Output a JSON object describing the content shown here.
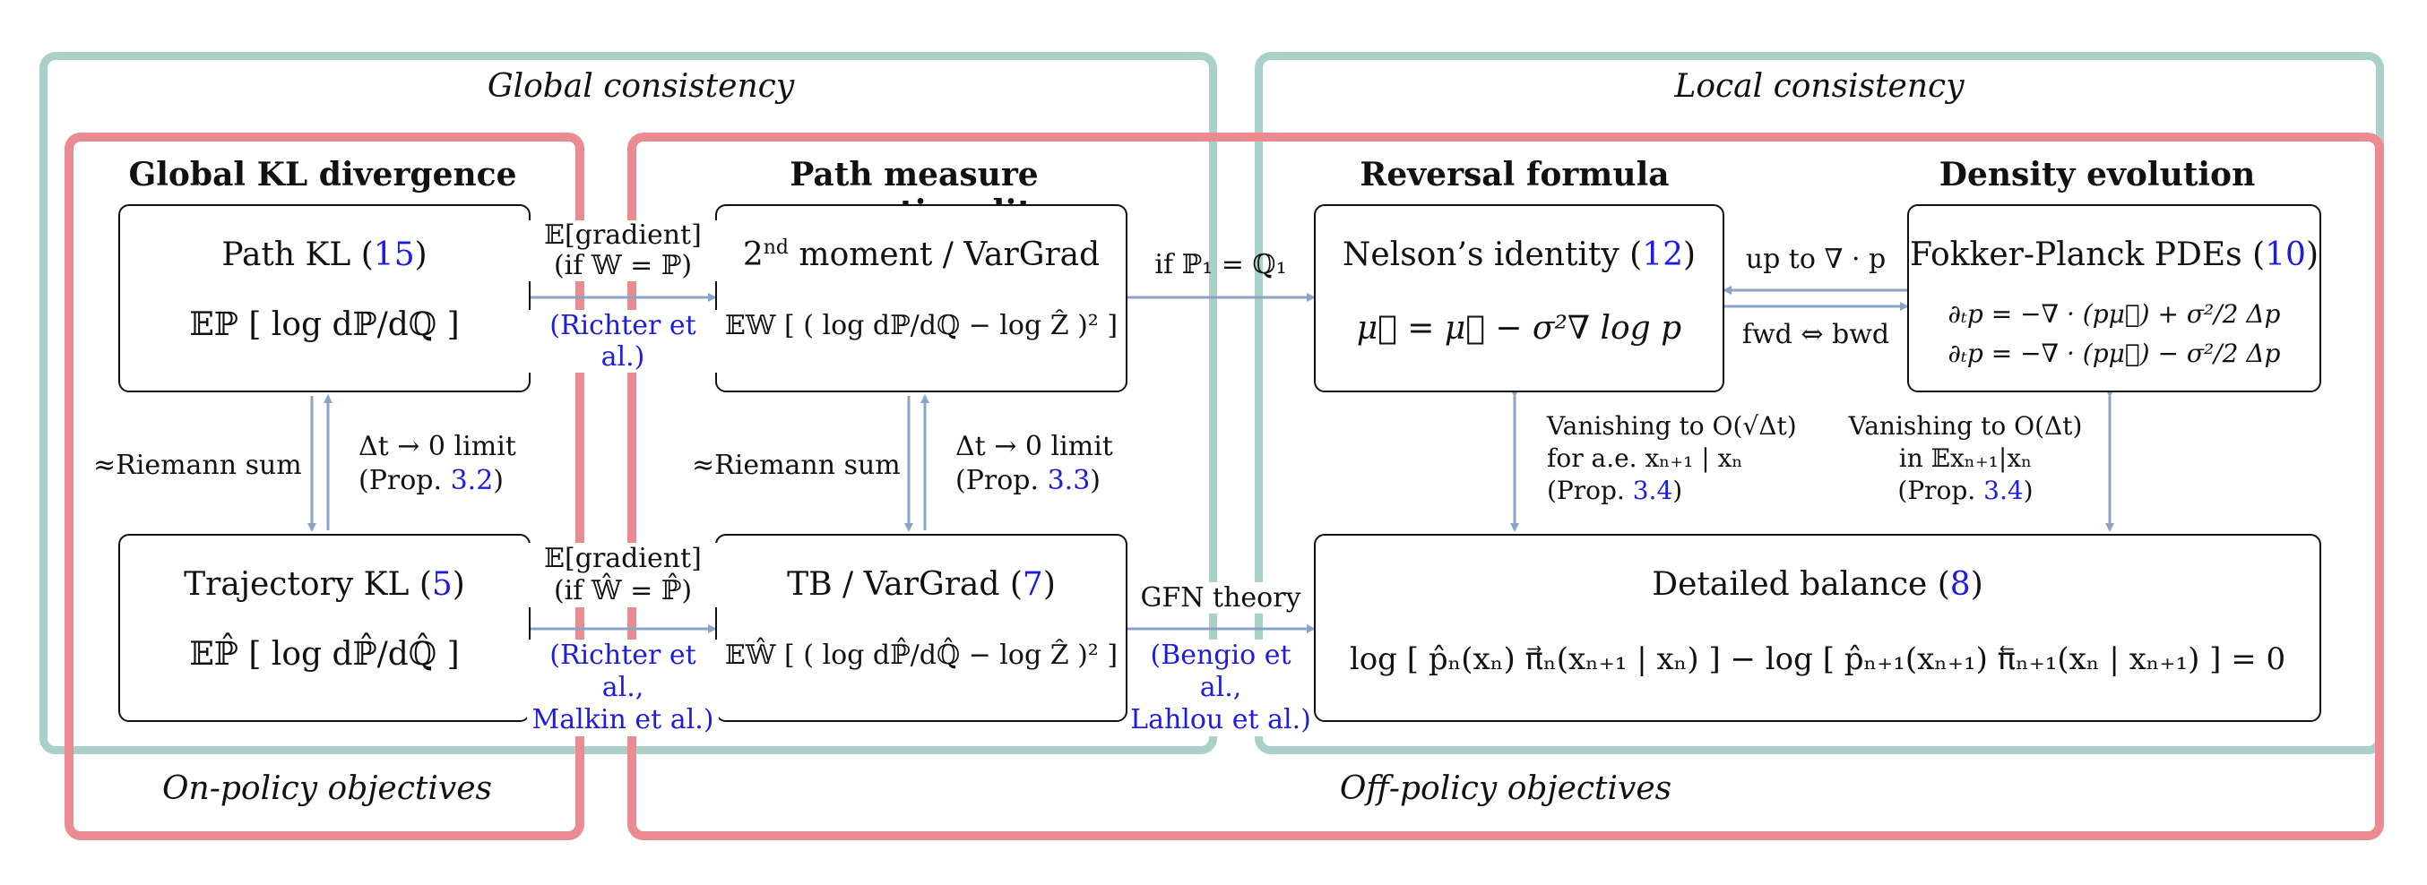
{
  "regions": {
    "global_consistency": "Global consistency",
    "local_consistency": "Local consistency",
    "on_policy": "On-policy objectives",
    "off_policy": "Off-policy objectives"
  },
  "headings": {
    "global_kl": "Global KL divergence",
    "path_measure": "Path measure proportionality",
    "reversal": "Reversal formula",
    "density": "Density evolution"
  },
  "boxes": {
    "path_kl": {
      "title": "Path KL (",
      "ref": "15",
      "close": ")",
      "formula": "𝔼ℙ [ log dℙ/dℚ ]"
    },
    "second_moment": {
      "title_sup": "nd",
      "title_pre": "2",
      "title": " moment / VarGrad",
      "formula": "𝔼𝕎 [ ( log dℙ/dℚ − log Ẑ )² ]"
    },
    "nelson": {
      "title": "Nelson’s identity (",
      "ref": "12",
      "close": ")",
      "formula": "μ⃖ = μ⃗ − σ²∇ log p"
    },
    "fokker": {
      "title": "Fokker-Planck PDEs (",
      "ref": "10",
      "close": ")",
      "eq1": "∂ₜp = −∇ · (pμ⃗) + σ²/2 Δp",
      "eq2": "∂ₜp = −∇ · (pμ⃖) − σ²/2 Δp"
    },
    "traj_kl": {
      "title": "Trajectory KL (",
      "ref": "5",
      "close": ")",
      "formula": "𝔼ℙ̂ [ log dℙ̂/dℚ̂ ]"
    },
    "tb": {
      "title": "TB / VarGrad (",
      "ref": "7",
      "close": ")",
      "formula": "𝔼𝕎̂ [ ( log dℙ̂/dℚ̂ − log Ẑ )² ]"
    },
    "detailed": {
      "title": "Detailed balance (",
      "ref": "8",
      "close": ")",
      "formula": "log [ p̂ₙ(xₙ) π⃗ₙ(xₙ₊₁ | xₙ) ] − log [ p̂ₙ₊₁(xₙ₊₁) π⃖ₙ₊₁(xₙ | xₙ₊₁) ] = 0"
    }
  },
  "edges": {
    "top_grad_line1": "𝔼[gradient]",
    "top_grad_line2": "(if 𝕎 = ℙ)",
    "top_grad_cite": "(Richter et al.)",
    "bot_grad_line1": "𝔼[gradient]",
    "bot_grad_line2": "(if 𝕎̂ = ℙ̂)",
    "bot_grad_cite1": "(Richter et al.,",
    "bot_grad_cite2": "Malkin et al.)",
    "if_p1": "if ℙ₁ = ℚ₁",
    "up_to": "up to ∇ · p",
    "fwd_bwd": "fwd ⇔ bwd",
    "riemann_left": "≈Riemann sum",
    "riemann_mid": "≈Riemann sum",
    "limit_left_1": "Δt → 0 limit",
    "limit_left_2_pre": "(Prop. ",
    "limit_left_2_ref": "3.2",
    "limit_left_2_post": ")",
    "limit_mid_1": "Δt → 0 limit",
    "limit_mid_2_pre": "(Prop. ",
    "limit_mid_2_ref": "3.3",
    "limit_mid_2_post": ")",
    "gfn_theory": "GFN theory",
    "gfn_cite1": "(Bengio et al.,",
    "gfn_cite2": "Lahlou et al.)",
    "vanish1_1": "Vanishing to O(√Δt)",
    "vanish1_2": "for a.e. xₙ₊₁ | xₙ",
    "vanish1_3_pre": "(Prop. ",
    "vanish1_3_ref": "3.4",
    "vanish1_3_post": ")",
    "vanish2_1": "Vanishing to O(Δt)",
    "vanish2_2": "in 𝔼xₙ₊₁|xₙ",
    "vanish2_3_pre": "(Prop. ",
    "vanish2_3_ref": "3.4",
    "vanish2_3_post": ")"
  },
  "colors": {
    "teal": "#a9d0c9",
    "red": "#ec8a91",
    "arrow": "#8aa4c8",
    "link": "#1d1de0"
  }
}
